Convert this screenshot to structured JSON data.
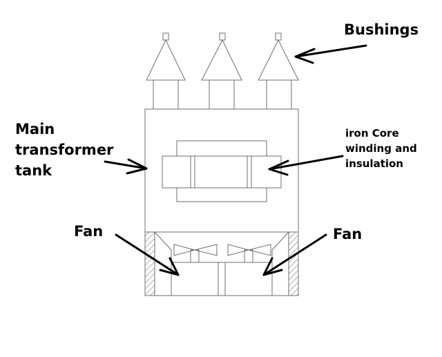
{
  "labels": {
    "bushings": "Bushings",
    "main_tank": [
      "Main",
      "transformer",
      "tank"
    ],
    "core": [
      "iron Core",
      "winding and",
      "insulation"
    ],
    "fan_left": "Fan",
    "fan_right": "Fan"
  },
  "colors": {
    "stroke": "#6e6e6e",
    "arrow": "#000000",
    "text": "#000000",
    "background": "#ffffff"
  }
}
